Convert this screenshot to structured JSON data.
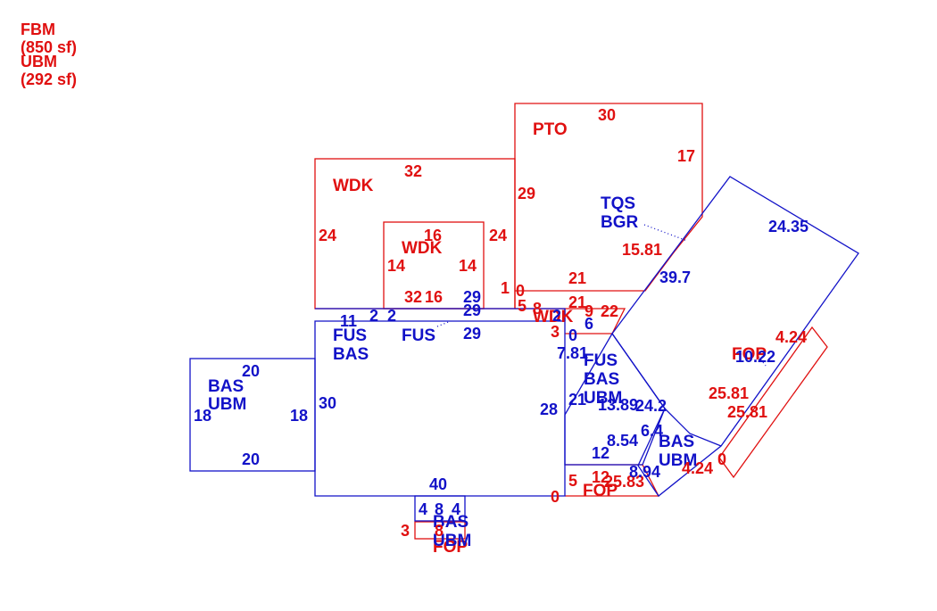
{
  "colors": {
    "red": "#e01010",
    "blue": "#1212c8"
  },
  "legend": {
    "line1": "FBM",
    "line2": "(850 sf)",
    "line3": "UBM",
    "line4": "(292 sf)"
  },
  "labels": {
    "wdk_big": "WDK",
    "wdk_inner": "WDK",
    "wdk_small": "WDK",
    "pto": "PTO",
    "tqs": "TQS",
    "bgr": "BGR",
    "fus_main": "FUS",
    "bas_main": "BAS",
    "fus_mid": "FUS",
    "bas_left": "BAS",
    "ubm_left": "UBM",
    "fus_right": "FUS",
    "bas_right": "BAS",
    "ubm_right": "UBM",
    "bas_lower": "BAS",
    "ubm_lower": "UBM",
    "fop_lower": "FOP",
    "bas_bottom": "BAS",
    "ubm_bottom": "UBM",
    "fop_bottom": "FOP",
    "fop_far_right": "FOP"
  },
  "dims": {
    "wdk_top": "32",
    "wdk_left": "24",
    "wdk_right": "24",
    "wdk_in_top": "16",
    "wdk_in_left": "14",
    "wdk_in_right": "14",
    "wdk_in_bottom": "32",
    "wdk_in_bottom2": "16",
    "pto_top": "30",
    "pto_left": "29",
    "pto_right": "17",
    "pto_diag": "15.81",
    "pto_bottom": "21",
    "small_21": "21",
    "small_1": "1",
    "small_0": "0",
    "small_5": "5",
    "small_8": "8",
    "small_9": "9",
    "small_22": "22",
    "small_3": "3",
    "blue_29a": "29",
    "blue_29b": "29",
    "blue_29c": "29",
    "blue_11": "11",
    "blue_2a": "2",
    "blue_2b": "2",
    "blue_2c": "2",
    "blue_6": "6",
    "blue_0": "0",
    "blue_7_81": "7.81",
    "blue_30": "30",
    "blue_28": "28",
    "blue_40": "40",
    "blue_21": "21",
    "blue_13_89": "13.89",
    "blue_24_2": "24.2",
    "blue_6_4": "6.4",
    "blue_8_54": "8.54",
    "blue_12": "12",
    "blue_8_94": "8.94",
    "blue_24_35": "24.35",
    "blue_39_7": "39.7",
    "blue_10_22": "10.22",
    "left_20_top": "20",
    "left_20_bottom": "20",
    "left_18_left": "18",
    "left_18_right": "18",
    "bottom_4a": "4",
    "bottom_8a": "8",
    "bottom_4b": "4",
    "bottom_3": "3",
    "bottom_8b": "8",
    "red_0_bottom": "0",
    "red_5": "5",
    "red_12": "12",
    "red_25_83": "25.83",
    "red_4_24_top": "4.24",
    "red_25_81a": "25.81",
    "red_25_81b": "25.81",
    "red_4_24_bottom": "4.24",
    "red_0_right": "0"
  }
}
